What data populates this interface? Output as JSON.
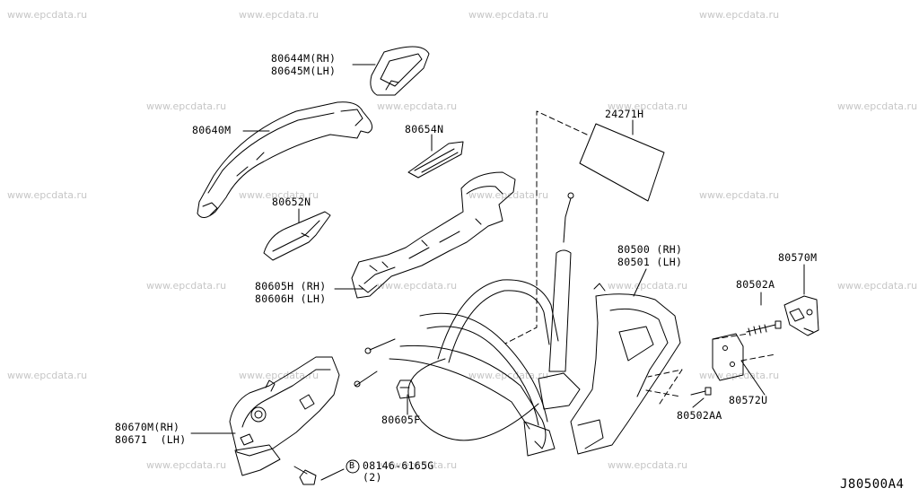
{
  "watermark": "www.epcdata.ru",
  "diagram_code": "J80500A4",
  "labels": {
    "outer_handle_cap_rh": "80644M(RH)",
    "outer_handle_cap_lh": "80645M(LH)",
    "outer_handle": "80640M",
    "gasket_front": "80654N",
    "gasket_rear": "80652N",
    "bracket_rh": "80605H (RH)",
    "bracket_lh": "80606H (LH)",
    "inside_handle_rh": "80670M(RH)",
    "inside_handle_lh": "80671  (LH)",
    "clip": "80605F",
    "bolt_code": "08146-6165G",
    "bolt_qty": "(2)",
    "bolt_marker": "B",
    "label_sheet": "24271H",
    "lock_rh": "80500 (RH)",
    "lock_lh": "80501 (LH)",
    "striker": "80570M",
    "screw_a": "80502A",
    "shim": "80572U",
    "screw_aa": "80502AA"
  }
}
